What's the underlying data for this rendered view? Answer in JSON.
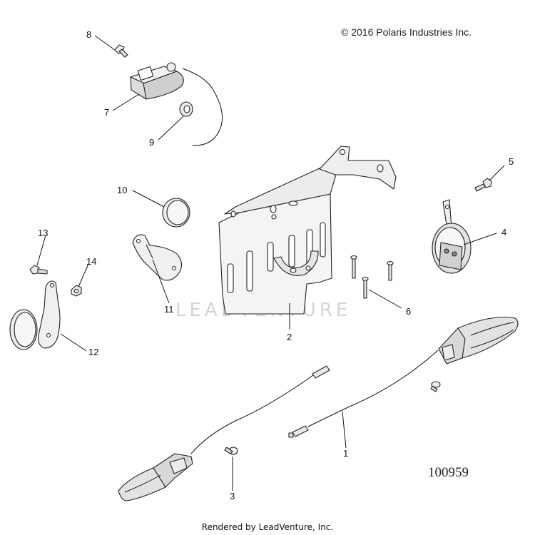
{
  "copyright": "© 2016  Polaris Industries Inc.",
  "drawing_number": "100959",
  "footer": "Rendered by LeadVenture, Inc.",
  "watermark": "LEADVENTURE",
  "callouts": {
    "c1": "1",
    "c2": "2",
    "c3": "3",
    "c4": "4",
    "c5": "5",
    "c6": "6",
    "c7": "7",
    "c8": "8",
    "c9": "9",
    "c10": "10",
    "c11": "11",
    "c12": "12",
    "c13": "13",
    "c14": "14"
  }
}
